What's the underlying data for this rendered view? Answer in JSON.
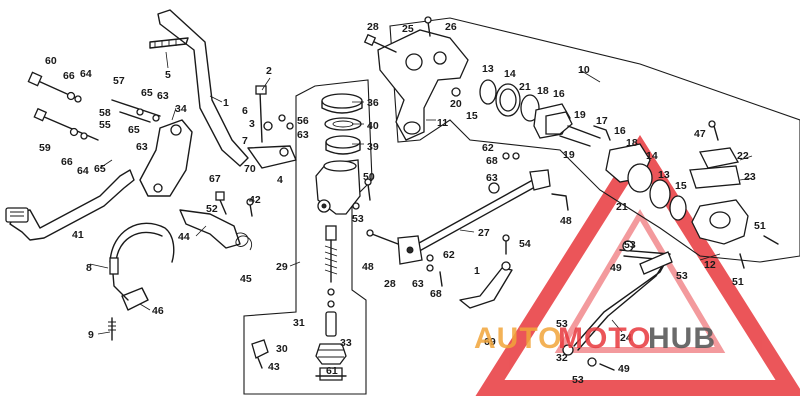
{
  "diagram": {
    "callouts": [
      {
        "id": "n28a",
        "text": "28"
      },
      {
        "id": "n25",
        "text": "25"
      },
      {
        "id": "n26",
        "text": "26"
      },
      {
        "id": "n60",
        "text": "60"
      },
      {
        "id": "n66a",
        "text": "66"
      },
      {
        "id": "n64a",
        "text": "64"
      },
      {
        "id": "n5",
        "text": "5"
      },
      {
        "id": "n2",
        "text": "2"
      },
      {
        "id": "n57",
        "text": "57"
      },
      {
        "id": "n65a",
        "text": "65"
      },
      {
        "id": "n63a",
        "text": "63"
      },
      {
        "id": "n58",
        "text": "58"
      },
      {
        "id": "n34",
        "text": "34"
      },
      {
        "id": "n1",
        "text": "1"
      },
      {
        "id": "n6",
        "text": "6"
      },
      {
        "id": "n3",
        "text": "3"
      },
      {
        "id": "n56",
        "text": "56"
      },
      {
        "id": "n63b",
        "text": "63"
      },
      {
        "id": "n55",
        "text": "55"
      },
      {
        "id": "n65b",
        "text": "65"
      },
      {
        "id": "n59",
        "text": "59"
      },
      {
        "id": "n63c",
        "text": "63"
      },
      {
        "id": "n66b",
        "text": "66"
      },
      {
        "id": "n64b",
        "text": "64"
      },
      {
        "id": "n65c",
        "text": "65"
      },
      {
        "id": "n7",
        "text": "7"
      },
      {
        "id": "n70",
        "text": "70"
      },
      {
        "id": "n4",
        "text": "4"
      },
      {
        "id": "n67",
        "text": "67"
      },
      {
        "id": "n52",
        "text": "52"
      },
      {
        "id": "n42",
        "text": "42"
      },
      {
        "id": "n41",
        "text": "41"
      },
      {
        "id": "n44",
        "text": "44"
      },
      {
        "id": "n45",
        "text": "45"
      },
      {
        "id": "n8",
        "text": "8"
      },
      {
        "id": "n46",
        "text": "46"
      },
      {
        "id": "n9",
        "text": "9"
      },
      {
        "id": "n36",
        "text": "36"
      },
      {
        "id": "n40",
        "text": "40"
      },
      {
        "id": "n39",
        "text": "39"
      },
      {
        "id": "n50",
        "text": "50"
      },
      {
        "id": "n53a",
        "text": "53"
      },
      {
        "id": "n29",
        "text": "29"
      },
      {
        "id": "n31",
        "text": "31"
      },
      {
        "id": "n33",
        "text": "33"
      },
      {
        "id": "n30",
        "text": "30"
      },
      {
        "id": "n43",
        "text": "43"
      },
      {
        "id": "n61",
        "text": "61"
      },
      {
        "id": "n11",
        "text": "11"
      },
      {
        "id": "n10",
        "text": "10"
      },
      {
        "id": "n13a",
        "text": "13"
      },
      {
        "id": "n14a",
        "text": "14"
      },
      {
        "id": "n20",
        "text": "20"
      },
      {
        "id": "n15a",
        "text": "15"
      },
      {
        "id": "n21a",
        "text": "21"
      },
      {
        "id": "n18a",
        "text": "18"
      },
      {
        "id": "n16a",
        "text": "16"
      },
      {
        "id": "n19a",
        "text": "19"
      },
      {
        "id": "n19b",
        "text": "19"
      },
      {
        "id": "n17",
        "text": "17"
      },
      {
        "id": "n16b",
        "text": "16"
      },
      {
        "id": "n18b",
        "text": "18"
      },
      {
        "id": "n47",
        "text": "47"
      },
      {
        "id": "n22",
        "text": "22"
      },
      {
        "id": "n62a",
        "text": "62"
      },
      {
        "id": "n68a",
        "text": "68"
      },
      {
        "id": "n63d",
        "text": "63"
      },
      {
        "id": "n14b",
        "text": "14"
      },
      {
        "id": "n13b",
        "text": "13"
      },
      {
        "id": "n15b",
        "text": "15"
      },
      {
        "id": "n23",
        "text": "23"
      },
      {
        "id": "n48a",
        "text": "48"
      },
      {
        "id": "n21b",
        "text": "21"
      },
      {
        "id": "n27",
        "text": "27"
      },
      {
        "id": "n51a",
        "text": "51"
      },
      {
        "id": "n54",
        "text": "54"
      },
      {
        "id": "n48b",
        "text": "48"
      },
      {
        "id": "n62b",
        "text": "62"
      },
      {
        "id": "n28b",
        "text": "28"
      },
      {
        "id": "n63e",
        "text": "63"
      },
      {
        "id": "n68b",
        "text": "68"
      },
      {
        "id": "n53b",
        "text": "53"
      },
      {
        "id": "n49a",
        "text": "49"
      },
      {
        "id": "n53c",
        "text": "53"
      },
      {
        "id": "n12",
        "text": "12"
      },
      {
        "id": "n51b",
        "text": "51"
      },
      {
        "id": "n1b",
        "text": "1"
      },
      {
        "id": "n69",
        "text": "69"
      },
      {
        "id": "n53d",
        "text": "53"
      },
      {
        "id": "n24",
        "text": "24"
      },
      {
        "id": "n32",
        "text": "32"
      },
      {
        "id": "n53e",
        "text": "53"
      },
      {
        "id": "n49b",
        "text": "49"
      }
    ]
  },
  "watermark": {
    "text_auto": "AUTO",
    "text_moto": "MOTO",
    "text_hub": "HUB",
    "color_red": "#e8383d",
    "color_orange": "#f2a53a",
    "color_dark": "#5a5a5a"
  }
}
